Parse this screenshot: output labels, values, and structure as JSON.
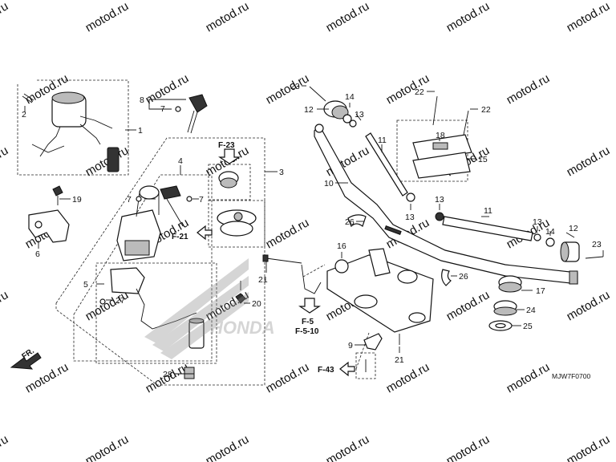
{
  "watermark": "motod.ru",
  "diagram_code": "MJW7F0700",
  "direction_label": "FR.",
  "brand_mark": "HONDA",
  "references": {
    "f23": "F-23",
    "f21": "F-21",
    "f5": "F-5",
    "f510": "F-5-10",
    "f43": "F-43"
  },
  "callouts": {
    "c1": "1",
    "c2": "2",
    "c3": "3",
    "c4": "4",
    "c5": "5",
    "c6": "6",
    "c7a": "7",
    "c7b": "7",
    "c7c": "7",
    "c8": "8",
    "c9": "9",
    "c10": "10",
    "c11a": "11",
    "c11b": "11",
    "c12a": "12",
    "c12b": "12",
    "c13a": "13",
    "c13b": "13",
    "c13c": "13",
    "c13d": "13",
    "c14a": "14",
    "c14b": "14",
    "c15": "15",
    "c16": "16",
    "c17": "17",
    "c18": "18",
    "c19": "19",
    "c20": "20",
    "c21a": "21",
    "c21b": "21",
    "c22a": "22",
    "c22b": "22",
    "c23a": "23",
    "c23b": "23",
    "c24": "24",
    "c25": "25",
    "c26a": "26",
    "c26b": "26",
    "c27": "27",
    "c28": "28"
  }
}
